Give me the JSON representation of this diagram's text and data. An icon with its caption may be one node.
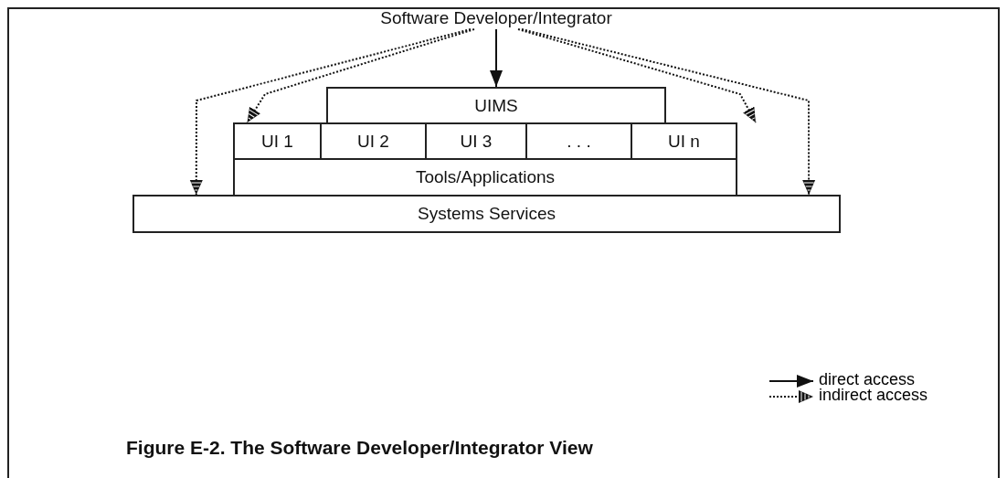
{
  "diagram": {
    "caption": "Figure E-2. The Software Developer/Integrator View",
    "nodes": [
      {
        "text": [
          "Software Developer/Integrator"
        ]
      },
      {
        "text": [
          "UIMS"
        ]
      },
      {
        "text": [
          "UI 1"
        ]
      },
      {
        "text": [
          "UI 2"
        ]
      },
      {
        "text": [
          "UI 3"
        ]
      },
      {
        "text": [
          ". . ."
        ]
      },
      {
        "text": [
          "UI n"
        ]
      },
      {
        "text": [
          "Tools/Applications"
        ]
      },
      {
        "text": [
          "Systems Services"
        ]
      }
    ],
    "edges": [
      {
        "from": 0,
        "to": 1,
        "arrow": "to"
      },
      {
        "from": 0,
        "to": 2,
        "arrow": "to",
        "style": "dashed"
      },
      {
        "from": 0,
        "to": 6,
        "arrow": "to",
        "style": "dashed"
      },
      {
        "from": 0,
        "to": 8,
        "arrow": "to",
        "style": "dashed"
      },
      {
        "from": 0,
        "to": 8,
        "arrow": "to",
        "style": "dashed"
      }
    ],
    "legend": [
      {
        "text": "direct access"
      },
      {
        "text": "indirect access"
      }
    ]
  }
}
